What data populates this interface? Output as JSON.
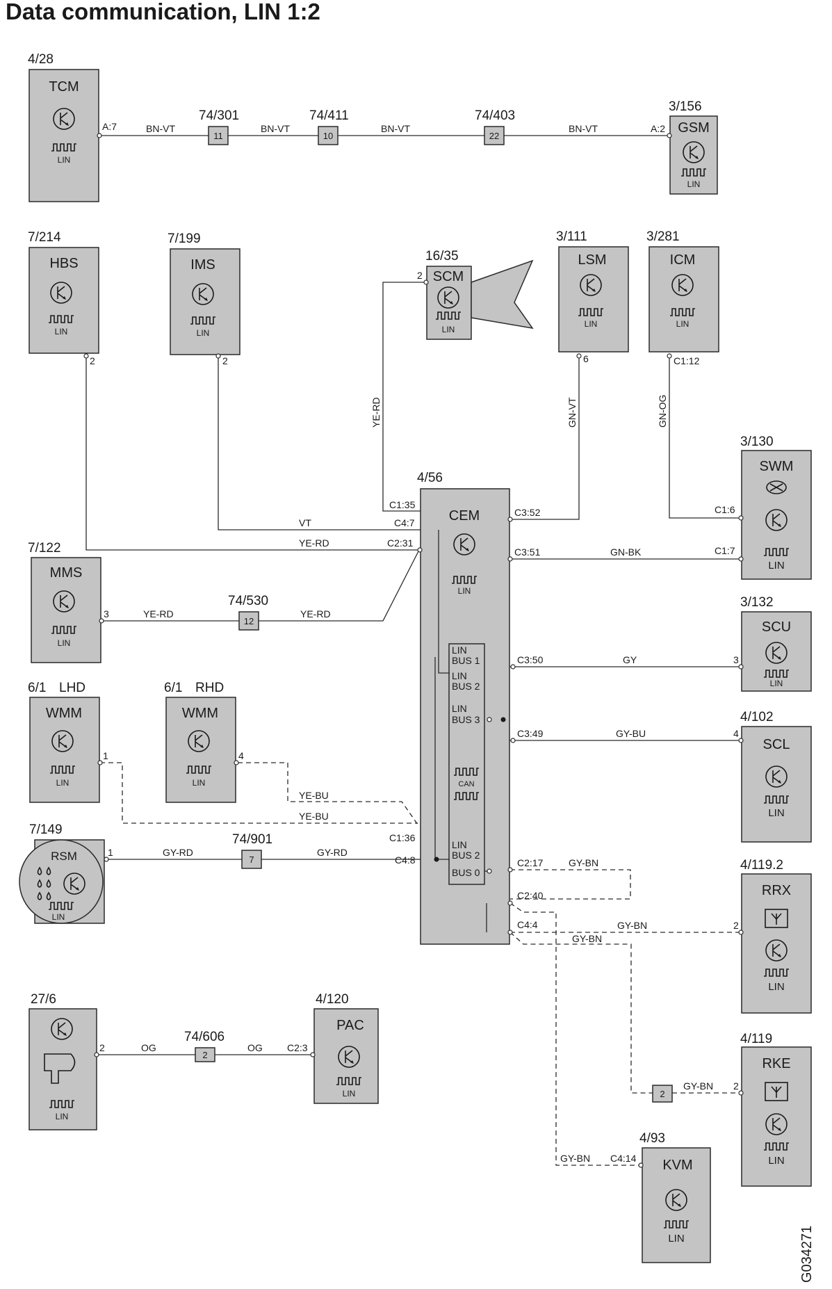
{
  "title": "Data communication, LIN 1:2",
  "doc_code": "G034271",
  "modules": {
    "tcm": {
      "ref": "4/28",
      "name": "TCM",
      "lin": "LIN",
      "pin": "A:7"
    },
    "gsm": {
      "ref": "3/156",
      "name": "GSM",
      "lin": "LIN",
      "pin": "A:2"
    },
    "hbs": {
      "ref": "7/214",
      "name": "HBS",
      "lin": "LIN",
      "pin": "2"
    },
    "ims": {
      "ref": "7/199",
      "name": "IMS",
      "lin": "LIN",
      "pin": "2"
    },
    "scm": {
      "ref": "16/35",
      "name": "SCM",
      "lin": "LIN",
      "pin": "2"
    },
    "lsm": {
      "ref": "3/111",
      "name": "LSM",
      "lin": "LIN",
      "pin": "6"
    },
    "icm": {
      "ref": "3/281",
      "name": "ICM",
      "lin": "LIN",
      "pin": "C1:12"
    },
    "swm": {
      "ref": "3/130",
      "name": "SWM",
      "lin": "LIN",
      "pin_a": "C1:6",
      "pin_b": "C1:7"
    },
    "cem": {
      "ref": "4/56",
      "name": "CEM",
      "lin": "LIN",
      "can": "CAN",
      "bus1a": "LIN",
      "bus1b": "BUS 1",
      "bus2a": "LIN",
      "bus2b": "BUS 2",
      "bus3a": "LIN",
      "bus3b": "BUS 3",
      "bus2la": "LIN",
      "bus2lb": "BUS 2",
      "bus0": "BUS 0",
      "c135": "C1:35",
      "c47": "C4:7",
      "c231": "C2:31",
      "c136": "C1:36",
      "c48": "C4:8",
      "c352": "C3:52",
      "c351": "C3:51",
      "c350": "C3:50",
      "c349": "C3:49",
      "c217": "C2:17",
      "c240": "C2:40",
      "c44": "C4:4"
    },
    "mms": {
      "ref": "7/122",
      "name": "MMS",
      "lin": "LIN",
      "pin": "3"
    },
    "scu": {
      "ref": "3/132",
      "name": "SCU",
      "lin": "LIN",
      "pin": "3"
    },
    "wmm_lhd": {
      "ref": "6/1",
      "variant": "LHD",
      "name": "WMM",
      "lin": "LIN",
      "pin": "1"
    },
    "wmm_rhd": {
      "ref": "6/1",
      "variant": "RHD",
      "name": "WMM",
      "lin": "LIN",
      "pin": "4"
    },
    "scl": {
      "ref": "4/102",
      "name": "SCL",
      "lin": "LIN",
      "pin": "4"
    },
    "rsm": {
      "ref": "7/149",
      "name": "RSM",
      "lin": "LIN",
      "pin": "1"
    },
    "rrx": {
      "ref": "4/119.2",
      "name": "RRX",
      "lin": "LIN",
      "pin": "2"
    },
    "ext": {
      "ref": "27/6",
      "lin": "LIN",
      "pin": "2"
    },
    "pac": {
      "ref": "4/120",
      "name": "PAC",
      "lin": "LIN",
      "pin": "C2:3"
    },
    "rke": {
      "ref": "4/119",
      "name": "RKE",
      "lin": "LIN",
      "pin": "2"
    },
    "kvm": {
      "ref": "4/93",
      "name": "KVM",
      "lin": "LIN",
      "pin": "C4:14"
    }
  },
  "connectors": {
    "c301": {
      "ref": "74/301",
      "pin": "11"
    },
    "c411": {
      "ref": "74/411",
      "pin": "10"
    },
    "c403": {
      "ref": "74/403",
      "pin": "22"
    },
    "c530": {
      "ref": "74/530",
      "pin": "12"
    },
    "c901": {
      "ref": "74/901",
      "pin": "7"
    },
    "c606": {
      "ref": "74/606",
      "pin": "2"
    },
    "c_rke": {
      "pin": "2"
    }
  },
  "wire_colors": {
    "tcm_1": "BN-VT",
    "tcm_2": "BN-VT",
    "tcm_3": "BN-VT",
    "tcm_4": "BN-VT",
    "scm": "YE-RD",
    "lsm": "GN-VT",
    "icm": "GN-OG",
    "ims": "VT",
    "hbs": "YE-RD",
    "swm": "GN-BK",
    "mms_1": "YE-RD",
    "mms_2": "YE-RD",
    "scu": "GY",
    "scl": "GY-BU",
    "wmm_rhd": "YE-BU",
    "wmm_lhd": "YE-BU",
    "rsm_1": "GY-RD",
    "rsm_2": "GY-RD",
    "c217": "GY-BN",
    "rrx": "GY-BN",
    "rke_upper": "GY-BN",
    "rke": "GY-BN",
    "kvm": "GY-BN",
    "pac_1": "OG",
    "pac_2": "OG"
  }
}
